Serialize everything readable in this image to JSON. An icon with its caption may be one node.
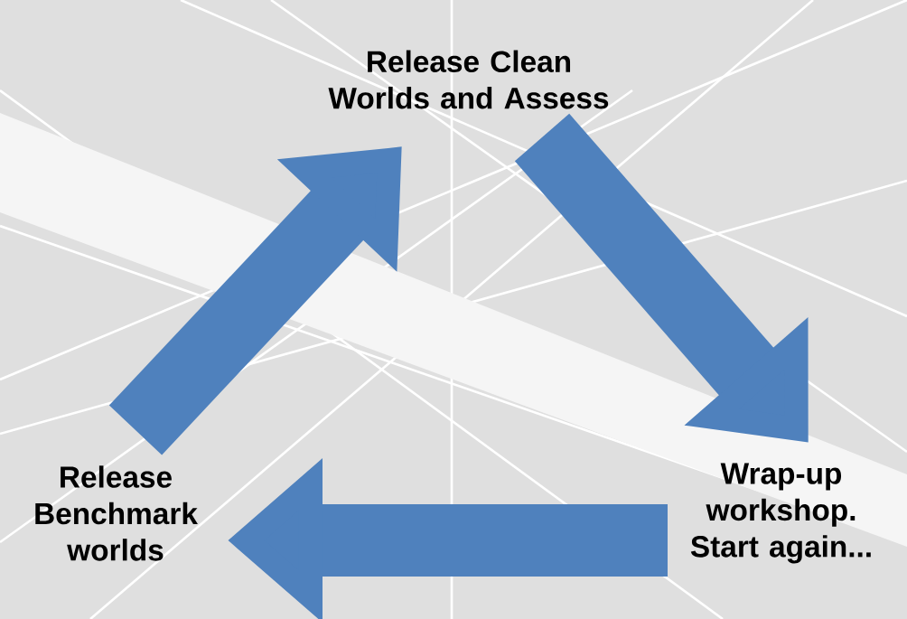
{
  "diagram": {
    "nodes": [
      {
        "text": [
          "Release Clean Worlds and Assess"
        ]
      },
      {
        "text": [
          "Wrap-up workshop. Start again..."
        ]
      },
      {
        "text": [
          "Release Benchmark worlds"
        ]
      }
    ],
    "edges": [
      {
        "from": 2,
        "to": 0,
        "arrow": "to"
      },
      {
        "from": 0,
        "to": 1,
        "arrow": "to"
      },
      {
        "from": 1,
        "to": 2,
        "arrow": "to"
      }
    ]
  }
}
